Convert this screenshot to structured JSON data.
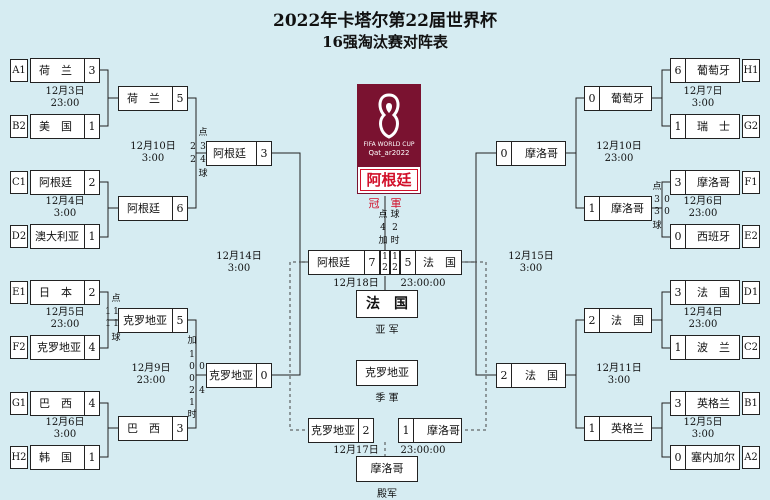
{
  "title": "2022年卡塔尔第22届世界杯",
  "subtitle": "16强淘汰赛对阵表",
  "logo": {
    "line1": "FIFA WORLD CUP",
    "line2": "Qat_ar2022",
    "champion": "阿根廷"
  },
  "left_r16": [
    {
      "seed": "A1",
      "team": "荷　兰",
      "score": "3"
    },
    {
      "seed": "B2",
      "team": "美　国",
      "score": "1"
    },
    {
      "seed": "C1",
      "team": "阿根廷",
      "score": "2"
    },
    {
      "seed": "D2",
      "team": "澳大利亚",
      "score": "1"
    },
    {
      "seed": "E1",
      "team": "日　本",
      "score": "2",
      "pen": "1"
    },
    {
      "seed": "F2",
      "team": "克罗地亚",
      "score": "4",
      "pen": "1"
    },
    {
      "seed": "G1",
      "team": "巴　西",
      "score": "4"
    },
    {
      "seed": "H2",
      "team": "韩　国",
      "score": "1"
    }
  ],
  "left_r16_info": [
    {
      "date": "12月3日",
      "time": "23:00"
    },
    {
      "date": "12月4日",
      "time": "3:00"
    },
    {
      "date": "12月5日",
      "time": "23:00"
    },
    {
      "date": "12月6日",
      "time": "3:00"
    }
  ],
  "left_qf": [
    {
      "team": "荷　兰",
      "score": "5"
    },
    {
      "team": "阿根廷",
      "score": "6"
    },
    {
      "team": "克罗地亚",
      "score": "5"
    },
    {
      "team": "巴　西",
      "score": "3"
    }
  ],
  "left_qf_pens": {
    "a": [
      "2",
      "2"
    ],
    "b": [
      "3",
      "4"
    ],
    "c": [
      "1",
      "0",
      "0",
      "2",
      "1"
    ],
    "d": [
      "1",
      "0",
      "4",
      "1"
    ]
  },
  "left_qf_info": [
    {
      "date": "12月10日",
      "time": "3:00"
    },
    {
      "date": "12月9日",
      "time": "23:00"
    }
  ],
  "left_sf": [
    {
      "team": "阿根廷",
      "score": "3"
    },
    {
      "team": "克罗地亚",
      "score": "0"
    }
  ],
  "left_sf_info": {
    "date": "12月14日",
    "time": "3:00"
  },
  "right_r16": [
    {
      "seed": "H1",
      "team": "葡萄牙",
      "score": "6"
    },
    {
      "seed": "G2",
      "team": "瑞　士",
      "score": "1"
    },
    {
      "seed": "F1",
      "team": "摩洛哥",
      "score": "3",
      "pen": "0"
    },
    {
      "seed": "E2",
      "team": "西班牙",
      "score": "0",
      "pen": "0"
    },
    {
      "seed": "D1",
      "team": "法　国",
      "score": "3"
    },
    {
      "seed": "C2",
      "team": "波　兰",
      "score": "1"
    },
    {
      "seed": "B1",
      "team": "英格兰",
      "score": "3"
    },
    {
      "seed": "A2",
      "team": "塞内加尔",
      "score": "0"
    }
  ],
  "right_r16_info": [
    {
      "date": "12月7日",
      "time": "3:00"
    },
    {
      "date": "12月6日",
      "time": "23:00"
    },
    {
      "date": "12月4日",
      "time": "23:00"
    },
    {
      "date": "12月5日",
      "time": "3:00"
    }
  ],
  "right_r16_pens": [
    "3",
    "3"
  ],
  "right_qf": [
    {
      "team": "葡萄牙",
      "score": "0"
    },
    {
      "team": "摩洛哥",
      "score": "1"
    },
    {
      "team": "法　国",
      "score": "2"
    },
    {
      "team": "英格兰",
      "score": "1"
    }
  ],
  "right_qf_info": [
    {
      "date": "12月10日",
      "time": "23:00"
    },
    {
      "date": "12月11日",
      "time": "3:00"
    }
  ],
  "right_sf": [
    {
      "team": "摩洛哥",
      "score": "0"
    },
    {
      "team": "法　国",
      "score": "2"
    }
  ],
  "right_sf_info": {
    "date": "12月15日",
    "time": "3:00"
  },
  "final": {
    "left": {
      "team": "阿根廷",
      "score": "7"
    },
    "right": {
      "team": "法　国",
      "score": "5"
    },
    "pens_left": [
      "1",
      "2"
    ],
    "pens_right": [
      "1",
      "2"
    ],
    "extra_left": [
      "4"
    ],
    "extra_right": [
      "2"
    ],
    "date": "12月18日",
    "time": "23:00:00",
    "champion_label": "冠　軍",
    "runner_team": "法　国",
    "runner_label": "亚 军"
  },
  "third": {
    "left": {
      "team": "克罗地亚",
      "score": "2"
    },
    "right": {
      "team": "摩洛哥",
      "score": "1"
    },
    "date": "12月17日",
    "time": "23:00:00",
    "third_team": "克罗地亚",
    "third_label": "季 軍",
    "fourth_team": "摩洛哥",
    "fourth_label": "殿军"
  },
  "vertical": {
    "dian": "点",
    "qiu": "球",
    "jia": "加",
    "shi": "时"
  }
}
